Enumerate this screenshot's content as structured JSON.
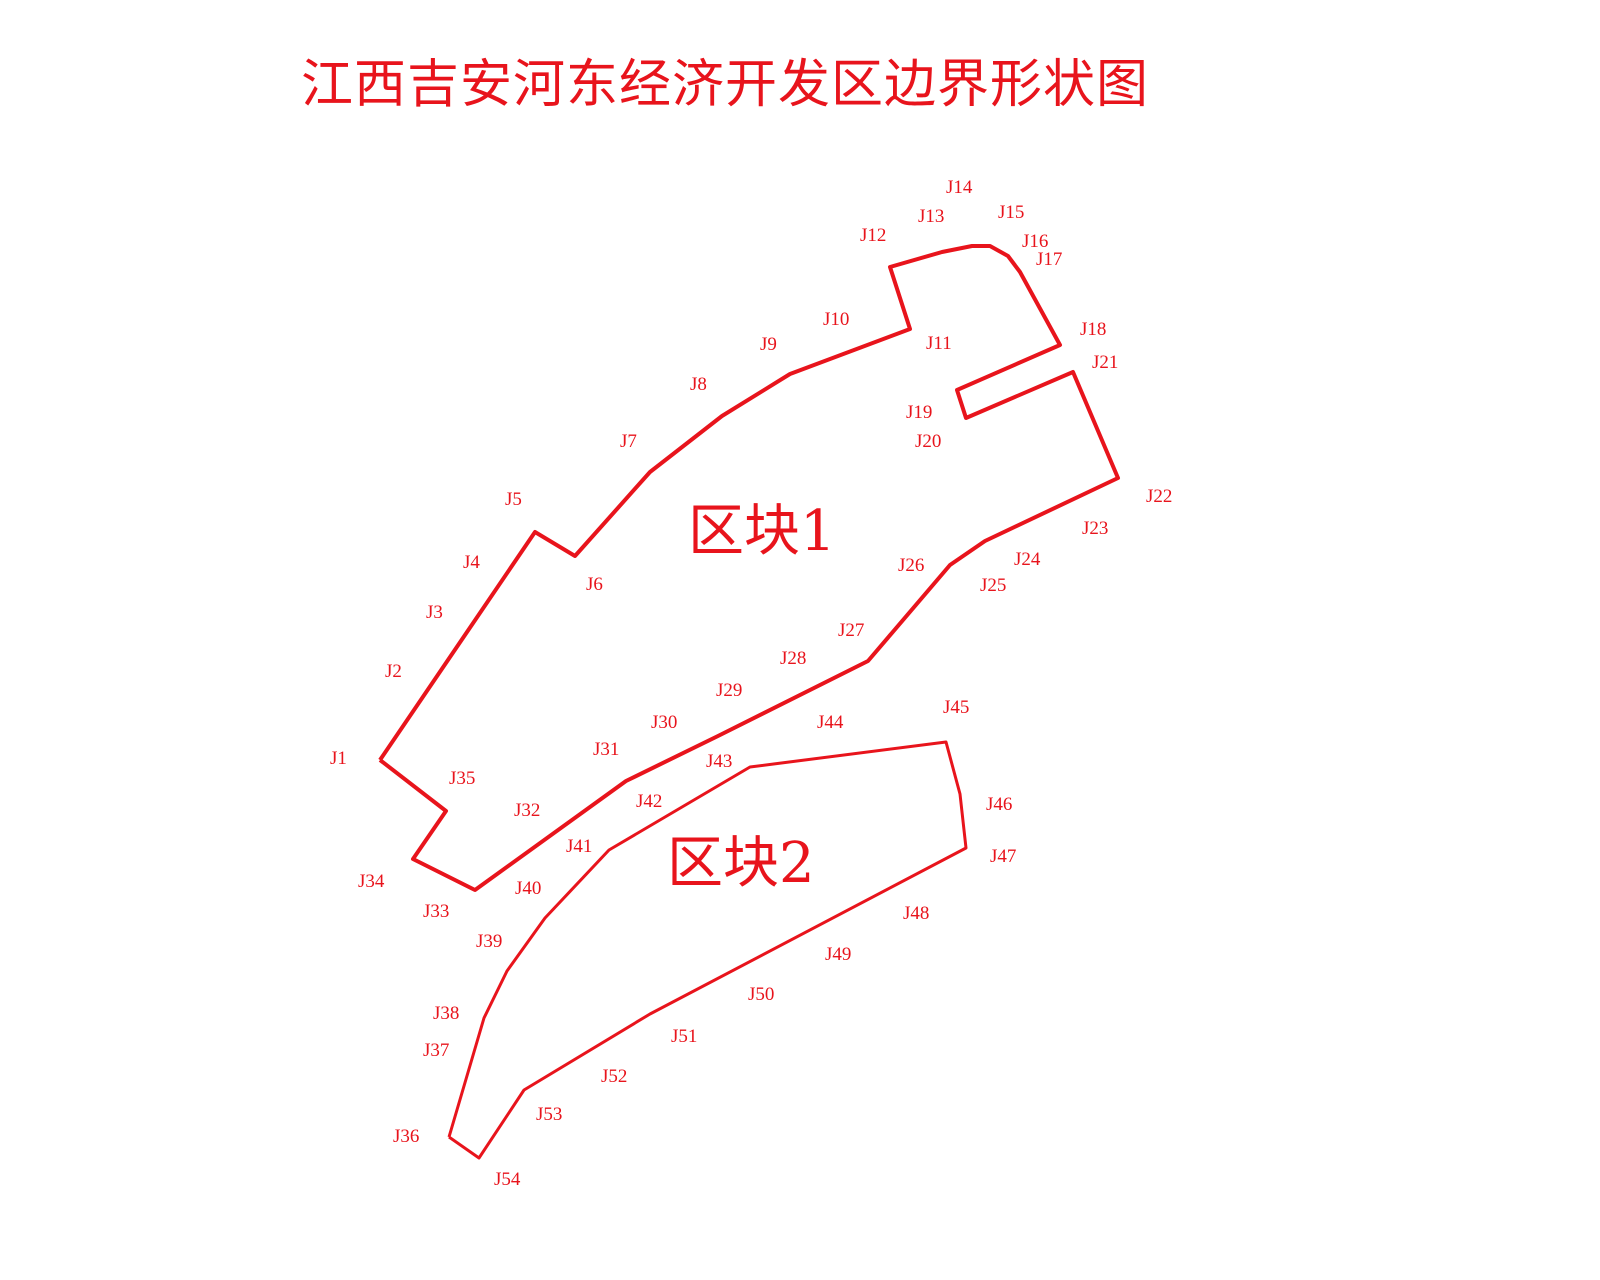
{
  "title": "江西吉安河东经济开发区边界形状图",
  "colors": {
    "boundary": "#e8141c",
    "text": "#e8141c",
    "background": "#ffffff"
  },
  "blocks": [
    {
      "label": "区块1",
      "points": [
        "J1",
        "J2",
        "J3",
        "J4",
        "J5",
        "J6",
        "J7",
        "J8",
        "J9",
        "J10",
        "J11",
        "J12",
        "J13",
        "J14",
        "J15",
        "J16",
        "J17",
        "J18",
        "J19",
        "J20",
        "J21",
        "J22",
        "J23",
        "J24",
        "J25",
        "J26",
        "J27",
        "J28",
        "J29",
        "J30",
        "J31",
        "J32",
        "J33",
        "J34",
        "J35"
      ]
    },
    {
      "label": "区块2",
      "points": [
        "J36",
        "J37",
        "J38",
        "J39",
        "J40",
        "J41",
        "J42",
        "J43",
        "J44",
        "J45",
        "J46",
        "J47",
        "J48",
        "J49",
        "J50",
        "J51",
        "J52",
        "J53",
        "J54"
      ]
    }
  ]
}
